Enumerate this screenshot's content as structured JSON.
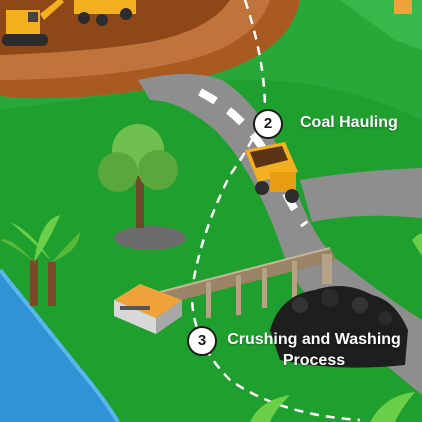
{
  "colors": {
    "grass": "#1fa02e",
    "road": "#8e8e8e",
    "road_edge": "#6f6f6f",
    "pit": "#a85a20",
    "water": "#2f93d6",
    "coal": "#1e1e1e",
    "building_roof": "#f0a23a",
    "conveyor": "#9b8466",
    "path_dash": "#ffffff"
  },
  "steps": [
    {
      "number": "2",
      "label_lines": [
        "Coal Hauling"
      ]
    },
    {
      "number": "3",
      "label_lines": [
        "Crushing and Washing",
        "Process"
      ]
    }
  ],
  "icons": {
    "hauler": "dump-truck-icon",
    "excavator": "excavator-icon",
    "tree": "oak-tree-icon",
    "palm": "palm-tree-icon",
    "building": "processing-building-icon",
    "coal": "coal-pile-icon"
  }
}
